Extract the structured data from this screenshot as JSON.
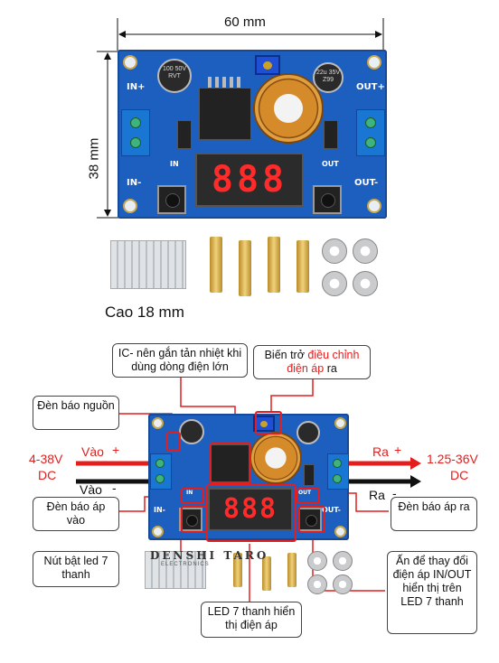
{
  "top": {
    "width_label": "60 mm",
    "height_label": "38 mm",
    "thickness_label": "Cao 18 mm",
    "board": {
      "in_plus": "IN+",
      "in_minus": "IN-",
      "out_plus": "OUT+",
      "out_minus": "OUT-",
      "in_small": "IN",
      "out_small": "OUT",
      "display": "888",
      "cap_left": "100 50V RVT",
      "cap_right": "22u 35V Z99"
    }
  },
  "bottom": {
    "callouts": {
      "ic_note": "IC- nên gắn tản nhiệt khi dùng dòng điện lớn",
      "pot_prefix": "Biến trở",
      "pot_highlight": "điều chỉnh điện áp",
      "pot_suffix": "ra",
      "power_led": "Đèn báo nguồn",
      "in_led": "Đèn báo áp vào",
      "out_led": "Đèn báo áp ra",
      "button": "Nút bật led 7 thanh",
      "display": "LED 7 thanh hiển thị điện áp",
      "press": "Ấn để thay đổi điện áp IN/OUT hiển thị trên LED 7 thanh"
    },
    "input": {
      "range": "4-38V",
      "dc": "DC",
      "plus_label": "Vào",
      "plus_sign": "+",
      "minus_label": "Vào",
      "minus_sign": "-"
    },
    "output": {
      "range": "1.25-36V",
      "dc": "DC",
      "plus_label": "Ra",
      "plus_sign": "+",
      "minus_label": "Ra",
      "minus_sign": "-"
    },
    "watermark": {
      "text": "DENSHI TARO",
      "sub": "ELECTRONICS"
    },
    "board": {
      "in_minus": "IN-",
      "out_minus": "OUT-",
      "in_small": "IN",
      "out_small": "OUT",
      "display": "888"
    }
  },
  "colors": {
    "accent": "#e41d1d",
    "board": "#1d5fbf",
    "led": "#ff2b2b"
  }
}
